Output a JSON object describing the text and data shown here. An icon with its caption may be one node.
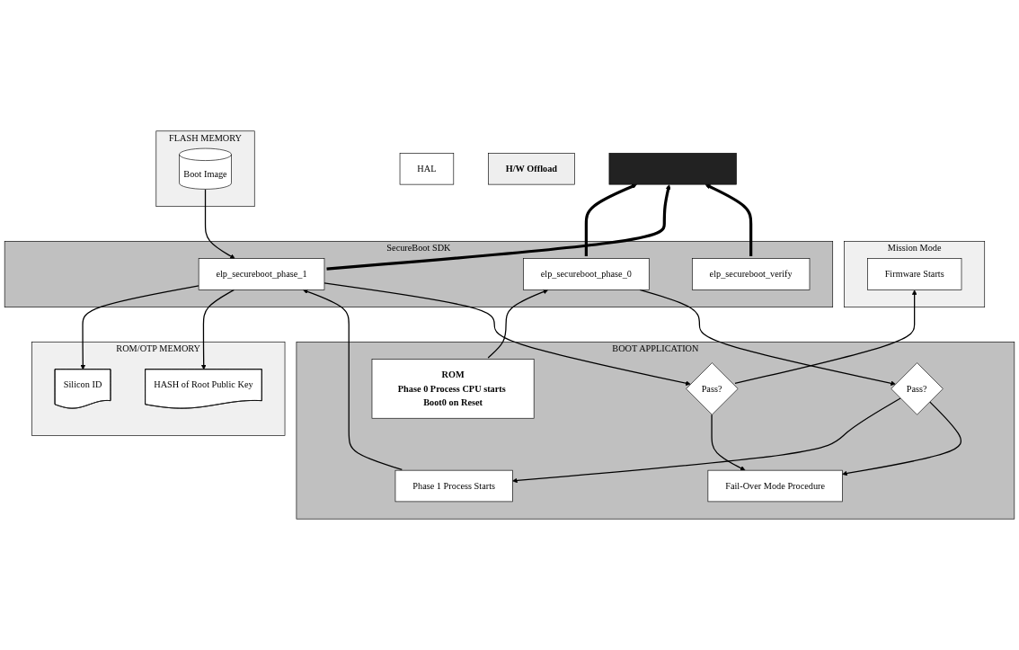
{
  "diagram": {
    "nodes": [
      {
        "text": [
          "ROM/OTP MEMORY"
        ]
      },
      {
        "text": [
          "Silicon ID"
        ],
        "in": 0
      },
      {
        "text": [
          "HASH of Root Public Key"
        ],
        "in": 0
      },
      {
        "text": [
          "FLASH MEMORY"
        ]
      },
      {
        "text": [
          "Boot Image"
        ],
        "in": 3
      },
      {
        "text": [
          "Mission Mode"
        ]
      },
      {
        "text": [
          "Firmware Starts"
        ],
        "in": 5
      },
      {
        "text": [
          "HAL"
        ]
      },
      {
        "text": [
          "H/W Offload"
        ]
      },
      {
        "text": [
          "SecureBoot SDK"
        ]
      },
      {
        "text": [],
        "shape": "bar"
      },
      {
        "text": [
          "elp_secureboot_phase_0"
        ],
        "in": 9
      },
      {
        "text": [
          "elp_secureboot_phase_1"
        ],
        "in": 9
      },
      {
        "text": [
          "elp_secureboot_verify"
        ],
        "in": 9
      },
      {
        "text": [
          "BOOT APPLICATION"
        ]
      },
      {
        "text": [
          "ROM",
          "Phase 0 Process CPU starts Boot0 on Reset"
        ],
        "in": 14
      },
      {
        "text": [
          "Pass?"
        ],
        "in": 14
      },
      {
        "text": [
          "Phase 1 Process Starts"
        ],
        "in": 14
      },
      {
        "text": [
          "Pass?"
        ],
        "in": 14
      },
      {
        "text": [
          "Fail-Over Mode Procedure"
        ],
        "in": 14
      }
    ],
    "edges": [
      {
        "from": 12,
        "to": 1,
        "arrow": "to"
      },
      {
        "from": 12,
        "to": 2,
        "arrow": "to"
      },
      {
        "from": 4,
        "to": 12,
        "arrow": "to"
      },
      {
        "from": 11,
        "to": 10,
        "arrow": "to",
        "style": "thick"
      },
      {
        "from": 12,
        "to": 10,
        "arrow": "to",
        "style": "thick"
      },
      {
        "from": 13,
        "to": 10,
        "arrow": "to",
        "style": "thick"
      },
      {
        "from": 15,
        "to": 11,
        "arrow": "to"
      },
      {
        "from": 11,
        "to": 16,
        "arrow": "to"
      },
      {
        "from": 16,
        "to": 17,
        "arrow": "to"
      },
      {
        "from": 16,
        "to": 19,
        "arrow": "to"
      },
      {
        "from": 17,
        "to": 12,
        "arrow": "to"
      },
      {
        "from": 12,
        "to": 18,
        "arrow": "to"
      },
      {
        "from": 18,
        "to": 6,
        "arrow": "to"
      },
      {
        "from": 18,
        "to": 19,
        "arrow": "to"
      }
    ]
  }
}
